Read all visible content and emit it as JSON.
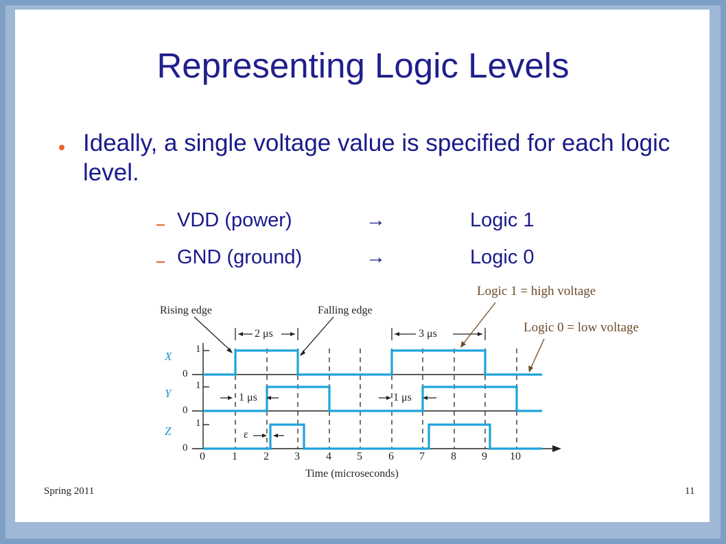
{
  "slide": {
    "title": "Representing Logic Levels",
    "bullet": "Ideally, a single voltage value is specified for each logic level.",
    "rows": [
      {
        "left": "VDD (power)",
        "arrow": "→",
        "right": "Logic 1"
      },
      {
        "left": "GND (ground)",
        "arrow": "→",
        "right": "Logic 0"
      }
    ],
    "footer_left": "Spring 2011",
    "footer_right": "11"
  },
  "annotations": {
    "high": "Logic 1 = high voltage",
    "low": "Logic 0 = low voltage"
  },
  "diagram": {
    "rising_edge": "Rising edge",
    "falling_edge": "Falling edge",
    "span_2us": "2 μs",
    "span_3us": "3 μs",
    "delay_1us_a": "1 μs",
    "delay_1us_b": "1 μs",
    "epsilon": "ε",
    "signals": [
      "X",
      "Y",
      "Z"
    ],
    "high_label": "1",
    "low_label": "0",
    "ticks": [
      "0",
      "1",
      "2",
      "3",
      "4",
      "5",
      "6",
      "7",
      "8",
      "9",
      "10"
    ],
    "axis_label": "Time (microseconds)"
  },
  "colors": {
    "title": "#1f1f8c",
    "waveform": "#1ea3dc",
    "bullet_marker": "#e8632b",
    "annotation": "#6e4a2a"
  }
}
